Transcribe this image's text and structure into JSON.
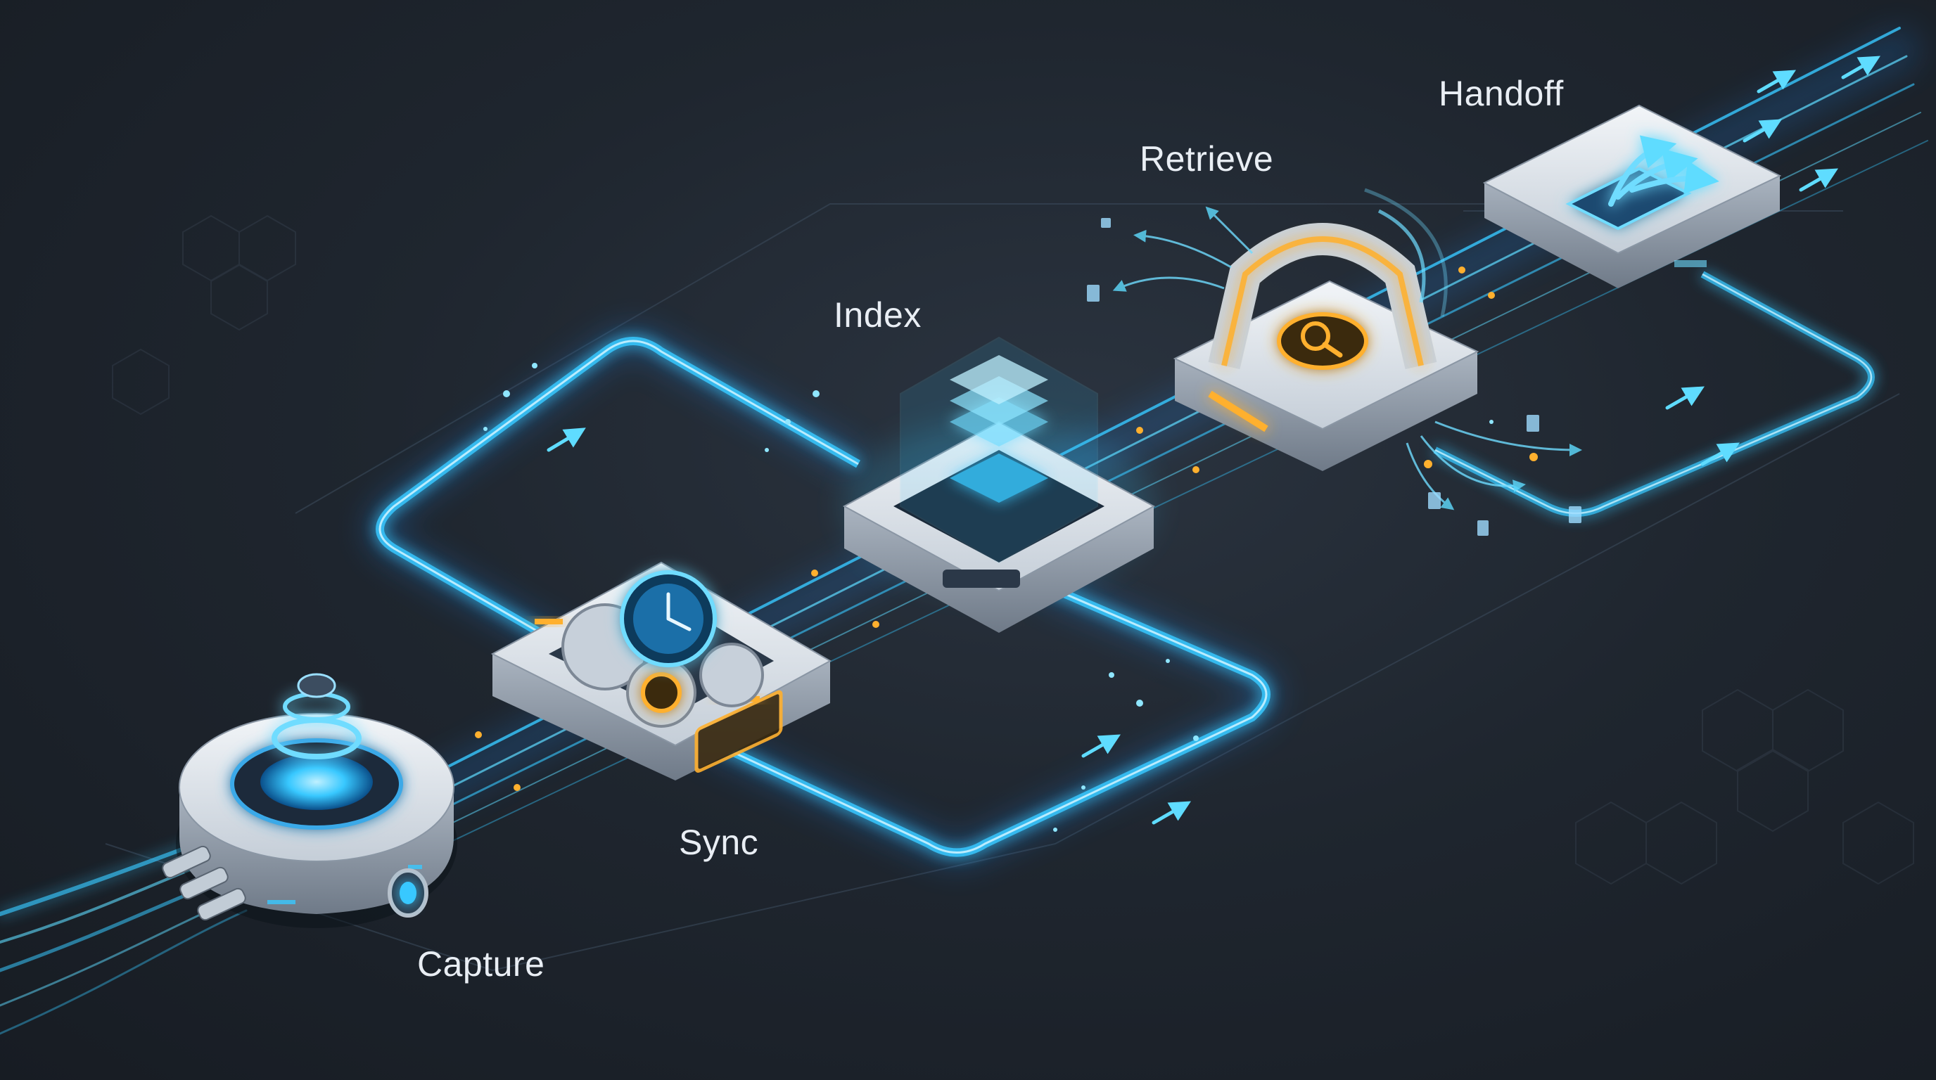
{
  "diagram": {
    "stages": [
      {
        "id": "capture",
        "label": "Capture",
        "icon": "lens-icon"
      },
      {
        "id": "sync",
        "label": "Sync",
        "icon": "gear-clock-icon"
      },
      {
        "id": "index",
        "label": "Index",
        "icon": "layer-stack-icon"
      },
      {
        "id": "retrieve",
        "label": "Retrieve",
        "icon": "magnifier-icon"
      },
      {
        "id": "handoff",
        "label": "Handoff",
        "icon": "split-arrows-icon"
      }
    ],
    "colors": {
      "flow": "#38c8ff",
      "flow_glow": "#1e90ff",
      "accent": "#ffb02e",
      "device_top": "#e6ebf1",
      "device_side": "#9aa5b3",
      "background": "#1f262f"
    }
  }
}
